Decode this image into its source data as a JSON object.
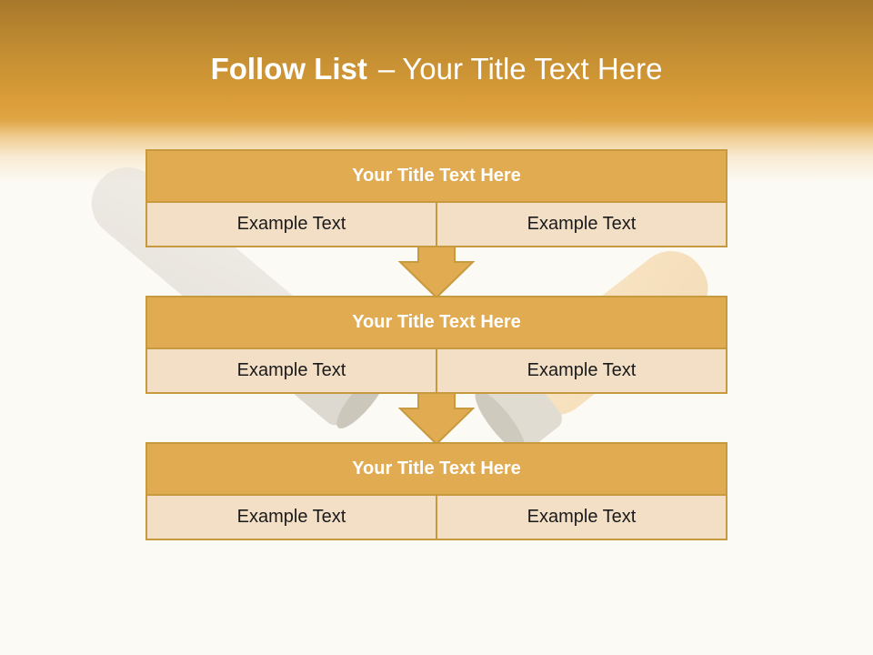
{
  "slide": {
    "title_bold": "Follow List",
    "title_sep": "–",
    "title_rest": "Your Title Text Here"
  },
  "steps": [
    {
      "title": "Your Title Text Here",
      "left": "Example Text",
      "right": "Example Text"
    },
    {
      "title": "Your Title Text Here",
      "left": "Example Text",
      "right": "Example Text"
    },
    {
      "title": "Your Title Text Here",
      "left": "Example Text",
      "right": "Example Text"
    }
  ],
  "colors": {
    "header_band": "#dc9f3a",
    "box_border": "#c89a3f",
    "box_header": "#e1ab52",
    "box_cell": "#f3dfc6",
    "arrow_fill": "#e1ab52"
  },
  "icons": {
    "down_arrow": "down-arrow-icon",
    "background_picture": "test-tubes-image"
  }
}
